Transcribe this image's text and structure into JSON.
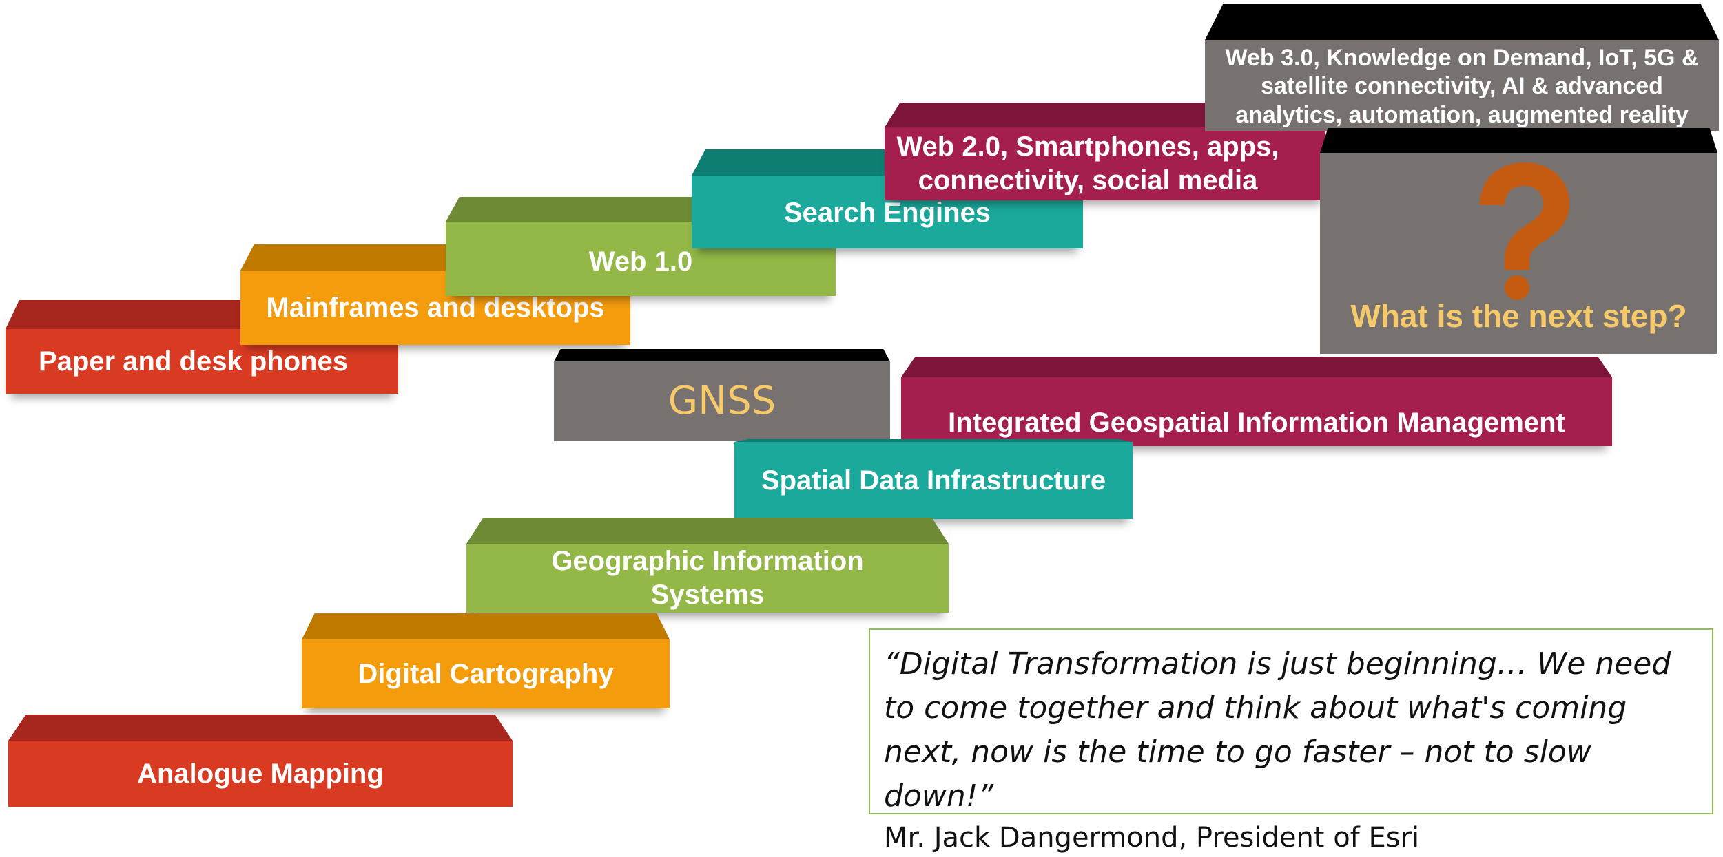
{
  "lower_staircase": [
    {
      "label": "Analogue Mapping",
      "color": "#d93b22",
      "top_color": "#a7261d"
    },
    {
      "label": "Digital Cartography",
      "color": "#f59c0d",
      "top_color": "#c07a00"
    },
    {
      "label": "Geographic Information Systems",
      "color": "#93b847",
      "top_color": "#6e8a34"
    },
    {
      "label": "Spatial Data Infrastructure",
      "color": "#1aa99a",
      "top_color": "#0e7e73"
    },
    {
      "label": "GNSS",
      "color": "#777270",
      "top_color": "#000000",
      "text_color": "#f6c96a"
    },
    {
      "label": "Integrated Geospatial Information Management",
      "color": "#a51f4e",
      "top_color": "#7c1539"
    }
  ],
  "upper_staircase": [
    {
      "label": "Paper and desk phones",
      "color": "#d93b22",
      "top_color": "#a7261d"
    },
    {
      "label": "Mainframes and desktops",
      "color": "#f59c0d",
      "top_color": "#c07a00"
    },
    {
      "label": "Web 1.0",
      "color": "#93b847",
      "top_color": "#6e8a34"
    },
    {
      "label": "Search Engines",
      "color": "#1aa99a",
      "top_color": "#0e7e73"
    },
    {
      "label": "Web 2.0, Smartphones, apps, connectivity, social media",
      "color": "#a51f4e",
      "top_color": "#7c1539"
    },
    {
      "label": "Web 3.0, Knowledge on Demand, IoT, 5G & satellite connectivity, AI & advanced analytics, automation, augmented reality",
      "color": "#777270",
      "top_color": "#000000"
    }
  ],
  "next_step": {
    "label": "What is the next step?",
    "icon": "question-mark-icon",
    "icon_color": "#c55a11",
    "label_color": "#f6c96a"
  },
  "quote": {
    "text": "“Digital Transformation is just beginning… We need to come together and think about what's coming next, now is the time to go faster – not to slow down!”",
    "author": "Mr. Jack Dangermond, President of Esri"
  }
}
